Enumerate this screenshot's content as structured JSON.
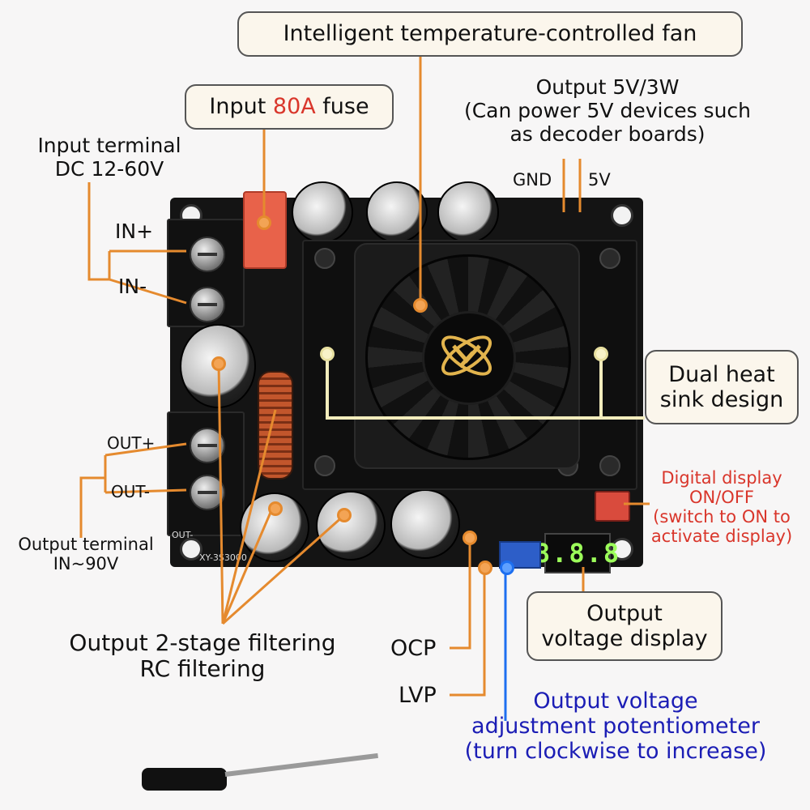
{
  "callouts": {
    "fan": "Intelligent temperature-controlled fan",
    "fuse_prefix": "Input ",
    "fuse_highlight": "80A",
    "fuse_suffix": " fuse",
    "heatsink_line1": "Dual heat",
    "heatsink_line2": "sink design",
    "display_line1": "Output",
    "display_line2": "voltage display"
  },
  "labels": {
    "input_terminal_line1": "Input terminal",
    "input_terminal_line2": "DC 12-60V",
    "in_plus": "IN+",
    "in_minus": "IN-",
    "out_plus": "OUT+",
    "out_minus": "OUT-",
    "output_terminal_line1": "Output terminal",
    "output_terminal_line2": "IN~90V",
    "output_5v_line1": "Output 5V/3W",
    "output_5v_line2": "(Can power 5V devices such",
    "output_5v_line3": "as decoder boards)",
    "gnd": "GND",
    "five_v": "5V",
    "digital_line1": "Digital display",
    "digital_line2": "ON/OFF",
    "digital_line3": "(switch to ON to",
    "digital_line4": "activate display)",
    "filter_line1": "Output 2-stage filtering",
    "filter_line2": "RC filtering",
    "ocp": "OCP",
    "lvp": "LVP",
    "pot_line1": "Output voltage",
    "pot_line2": "adjustment potentiometer",
    "pot_line3": "(turn clockwise to increase)"
  },
  "board": {
    "display_reading": "8.8.8",
    "model": "XY-3S3000",
    "out_minus_silk": "OUT-"
  },
  "colors": {
    "leader_orange": "#e58a2e",
    "leader_yellow": "#f2ecbc",
    "leader_blue": "#1d6ff0",
    "accent_red": "#d9362b",
    "accent_blue": "#1b1db5"
  }
}
